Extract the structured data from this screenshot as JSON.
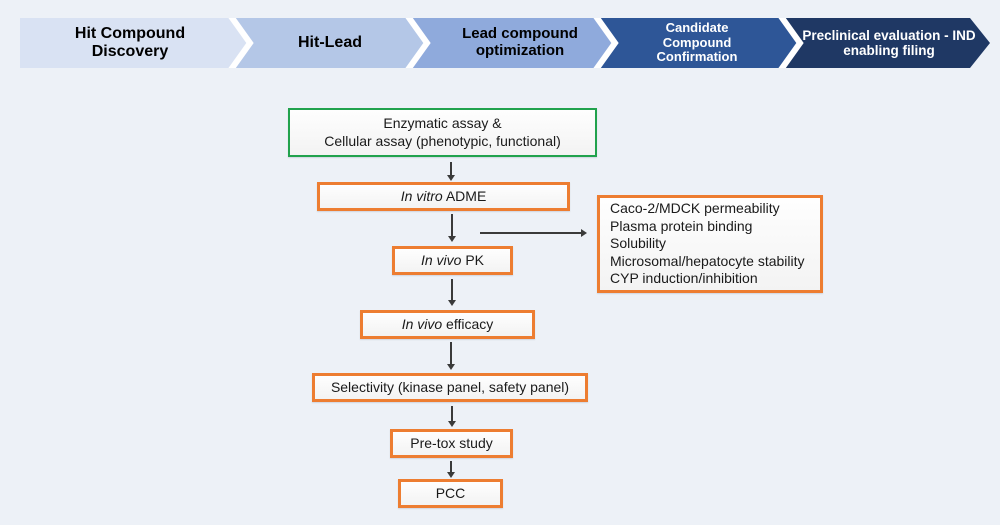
{
  "colors": {
    "background": "#EDF1F7",
    "separator": "#FFFFFF",
    "green_border": "#21A24D",
    "orange_border": "#ED7D31",
    "arrow": "#3A3A3A"
  },
  "pipeline": {
    "stages": [
      {
        "label": "Hit Compound Discovery",
        "color": "#D9E2F3",
        "text_color": "#000000"
      },
      {
        "label": "Hit-Lead",
        "color": "#B4C7E7",
        "text_color": "#000000"
      },
      {
        "label": "Lead compound optimization",
        "color": "#8FAADC",
        "text_color": "#000000"
      },
      {
        "label": "Candidate Compound Confirmation",
        "color": "#2E5697",
        "text_color": "#FFFFFF"
      },
      {
        "label": "Preclinical evaluation - IND enabling filing",
        "color": "#1F3864",
        "text_color": "#FFFFFF"
      }
    ]
  },
  "flowchart": {
    "assay_box": {
      "line1": "Enzymatic assay &",
      "line2": "Cellular assay (phenotypic, functional)"
    },
    "invitro_adme": {
      "italic": "In vitro",
      "rest": " ADME"
    },
    "invivo_pk": {
      "italic": "In vivo",
      "rest": " PK"
    },
    "invivo_efficacy": {
      "italic": "In vivo",
      "rest": " efficacy"
    },
    "selectivity": {
      "label": "Selectivity (kinase panel, safety panel)"
    },
    "pretox": {
      "label": "Pre-tox study"
    },
    "pcc": {
      "label": "PCC"
    },
    "adme_panel": {
      "items": [
        "Caco-2/MDCK permeability",
        "Plasma protein binding",
        "Solubility",
        "Microsomal/hepatocyte stability",
        "CYP induction/inhibition"
      ]
    }
  }
}
